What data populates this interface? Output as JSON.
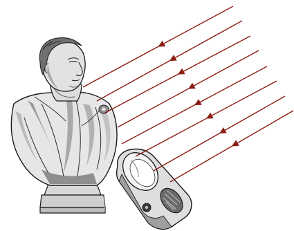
{
  "scene": {
    "subject": "bust",
    "detector": "camera",
    "ray_count": 8,
    "colors": {
      "background": "#ffffff",
      "ray": "#8b1c12",
      "ink": "#1a1a1a",
      "shade": "#b9b9b9",
      "mid_shade": "#7d7d7d",
      "light_shade": "#e2e2e2"
    }
  }
}
